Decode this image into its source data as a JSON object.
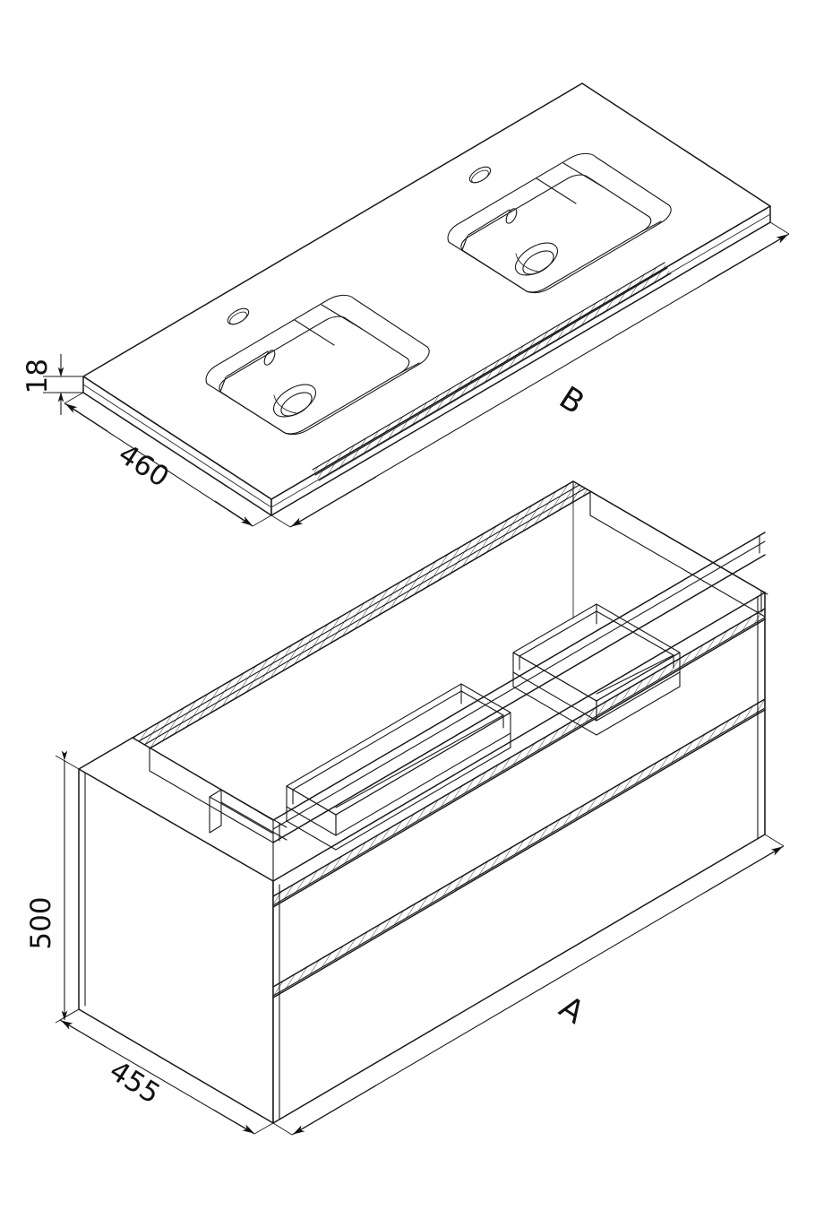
{
  "drawing": {
    "title": "Bathroom vanity unit — isometric exploded assembly drawing",
    "type": "technical-line-drawing",
    "background_color": "#ffffff",
    "line_color": "#1a1a1a",
    "projection": "isometric"
  },
  "parts": {
    "countertop": {
      "name": "double-washbasin countertop",
      "basin_count": 2,
      "features": [
        "tap-hole",
        "overflow-slot",
        "drain-hole"
      ]
    },
    "cabinet": {
      "name": "two-drawer vanity cabinet carcass",
      "drawer_fronts": 2,
      "internal_boxes": 2
    }
  },
  "dimensions": {
    "thickness": {
      "label": "18",
      "unit": "mm",
      "applies_to": "countertop-thickness",
      "rotation": -90
    },
    "depth_top": {
      "label": "460",
      "unit": "mm",
      "applies_to": "countertop-depth",
      "rotation": 33
    },
    "length_top": {
      "label": "B",
      "unit": "variable",
      "applies_to": "countertop-length",
      "rotation": 33
    },
    "height_cabinet": {
      "label": "500",
      "unit": "mm",
      "applies_to": "cabinet-height",
      "rotation": -90
    },
    "depth_cabinet": {
      "label": "455",
      "unit": "mm",
      "applies_to": "cabinet-depth",
      "rotation": 33
    },
    "length_cabinet": {
      "label": "A",
      "unit": "variable",
      "applies_to": "cabinet-length",
      "rotation": 33
    }
  },
  "labels": {
    "thickness_18": "18",
    "depth_460": "460",
    "length_B": "B",
    "height_500": "500",
    "depth_455": "455",
    "length_A": "A"
  }
}
